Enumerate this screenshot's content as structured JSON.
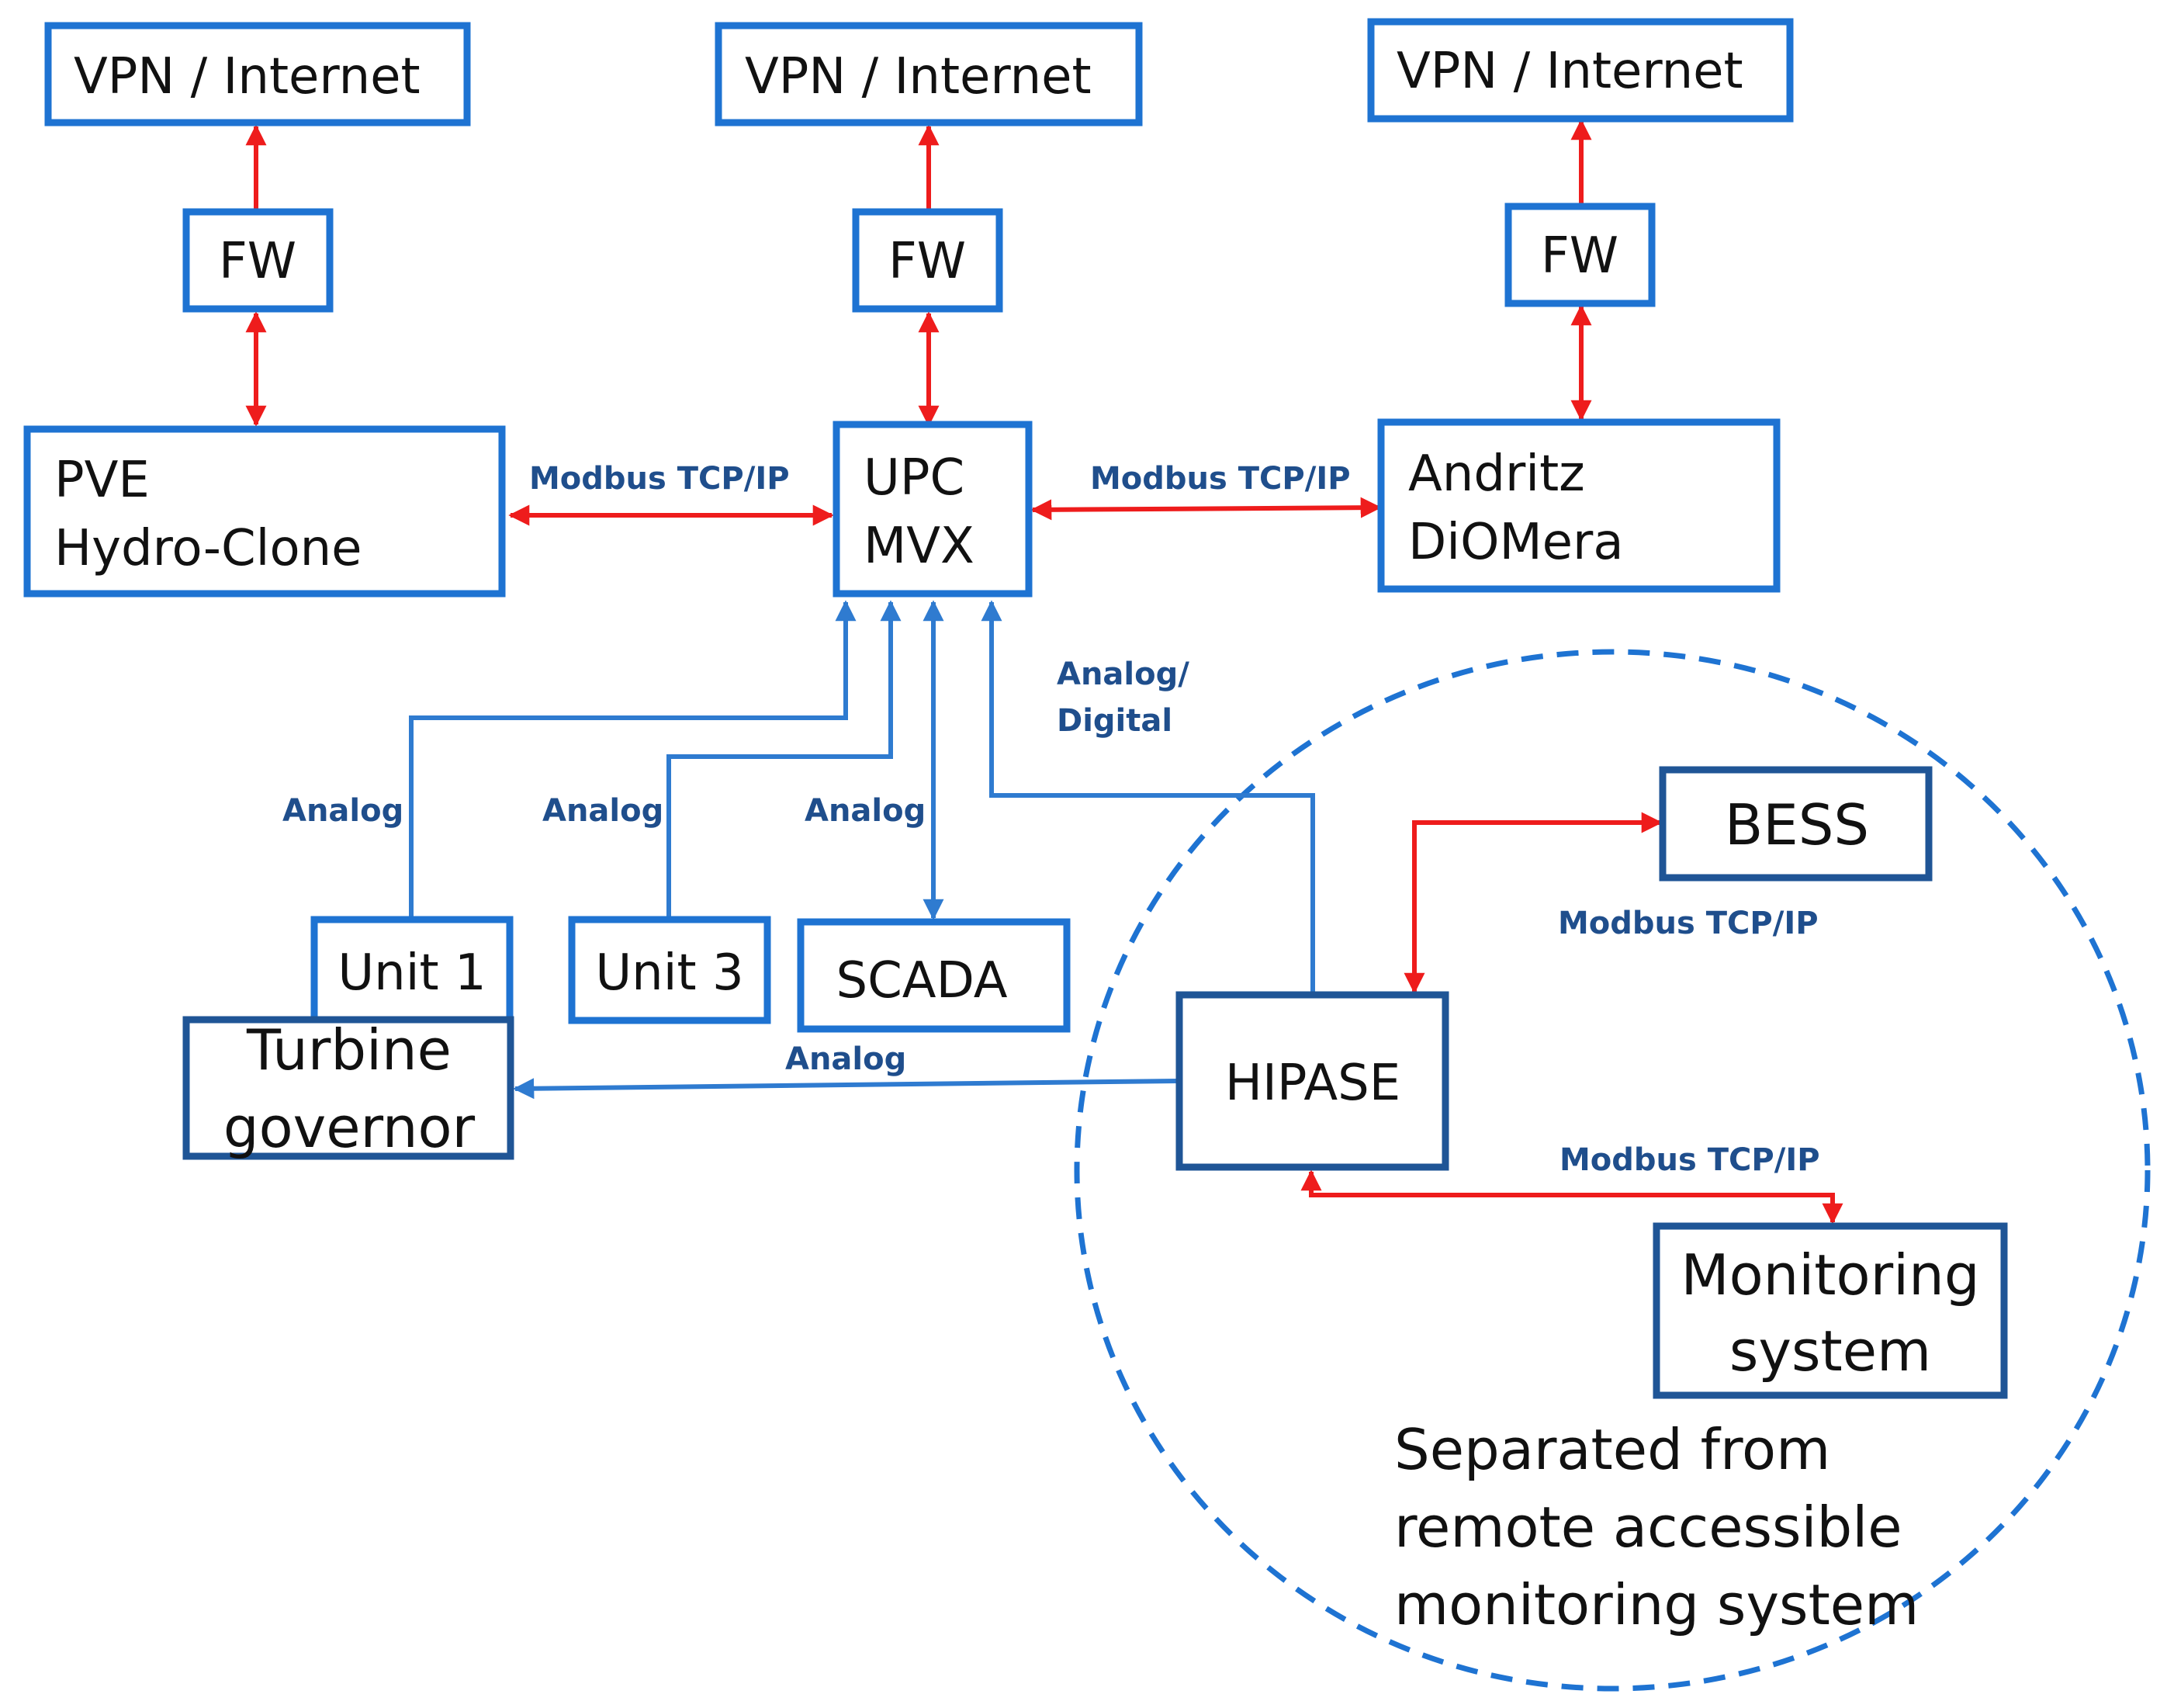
{
  "nodes": {
    "vpn_left": "VPN / Internet",
    "vpn_center": "VPN / Internet",
    "vpn_right": "VPN / Internet",
    "fw_left": "FW",
    "fw_center": "FW",
    "fw_right": "FW",
    "pve": [
      "PVE",
      "Hydro-Clone"
    ],
    "upc": [
      "UPC",
      "MVX"
    ],
    "andritz": [
      "Andritz",
      "DiOMera"
    ],
    "unit1": "Unit 1",
    "unit3": "Unit 3",
    "scada": "SCADA",
    "turbine": [
      "Turbine",
      "governor"
    ],
    "hipase": "HIPASE",
    "bess": "BESS",
    "monitoring": [
      "Monitoring",
      "system"
    ]
  },
  "edges": {
    "pve_upc": "Modbus TCP/IP",
    "upc_andritz": "Modbus TCP/IP",
    "unit1_upc": "Analog",
    "unit3_upc": "Analog",
    "scada_upc": "Analog",
    "hipase_upc": [
      "Analog/",
      "Digital"
    ],
    "hipase_turbine": "Analog",
    "hipase_bess": "Modbus TCP/IP",
    "hipase_monitoring": "Modbus TCP/IP"
  },
  "zone_note": [
    "Separated from",
    "remote accessible",
    "monitoring system"
  ],
  "colors": {
    "box_border": "#1e73d2",
    "box_border_dark": "#1f5596",
    "modbus_link": "#ee1c1c",
    "analog_link": "#2f7bd0",
    "label_text": "#1f4e8c"
  }
}
